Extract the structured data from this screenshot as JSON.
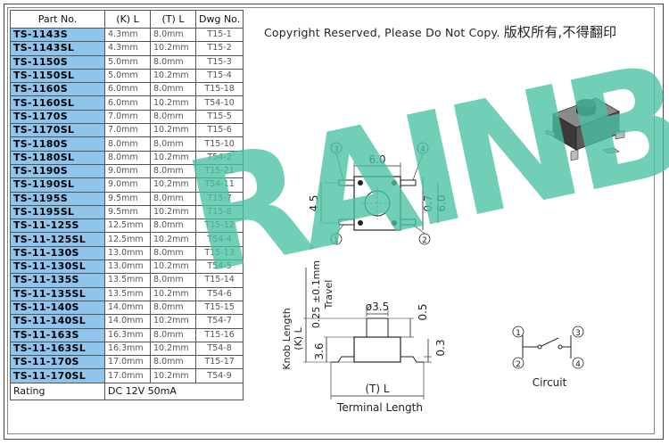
{
  "table": {
    "headers": {
      "part": "Part No.",
      "k": "(K) L",
      "t": "(T) L",
      "dwg": "Dwg No."
    },
    "rows": [
      [
        "TS-1143S",
        "4.3mm",
        "8.0mm",
        "T15-1"
      ],
      [
        "TS-1143SL",
        "4.3mm",
        "10.2mm",
        "T15-2"
      ],
      [
        "TS-1150S",
        "5.0mm",
        "8.0mm",
        "T15-3"
      ],
      [
        "TS-1150SL",
        "5.0mm",
        "10.2mm",
        "T15-4"
      ],
      [
        "TS-1160S",
        "6.0mm",
        "8.0mm",
        "T15-18"
      ],
      [
        "TS-1160SL",
        "6.0mm",
        "10.2mm",
        "T54-10"
      ],
      [
        "TS-1170S",
        "7.0mm",
        "8.0mm",
        "T15-5"
      ],
      [
        "TS-1170SL",
        "7.0mm",
        "10.2mm",
        "T15-6"
      ],
      [
        "TS-1180S",
        "8.0mm",
        "8.0mm",
        "T15-10"
      ],
      [
        "TS-1180SL",
        "8.0mm",
        "10.2mm",
        "T54-2"
      ],
      [
        "TS-1190S",
        "9.0mm",
        "8.0mm",
        "T15-21"
      ],
      [
        "TS-1190SL",
        "9.0mm",
        "10.2mm",
        "T54-11"
      ],
      [
        "TS-1195S",
        "9.5mm",
        "8.0mm",
        "T15-7"
      ],
      [
        "TS-1195SL",
        "9.5mm",
        "10.2mm",
        "T15-8"
      ],
      [
        "TS-11-125S",
        "12.5mm",
        "8.0mm",
        "T15-12"
      ],
      [
        "TS-11-125SL",
        "12.5mm",
        "10.2mm",
        "T54-4"
      ],
      [
        "TS-11-130S",
        "13.0mm",
        "8.0mm",
        "T15-13"
      ],
      [
        "TS-11-130SL",
        "13.0mm",
        "10.2mm",
        "T54-5"
      ],
      [
        "TS-11-135S",
        "13.5mm",
        "8.0mm",
        "T15-14"
      ],
      [
        "TS-11-135SL",
        "13.5mm",
        "10.2mm",
        "T54-6"
      ],
      [
        "TS-11-140S",
        "14.0mm",
        "8.0mm",
        "T15-15"
      ],
      [
        "TS-11-140SL",
        "14.0mm",
        "10.2mm",
        "T54-7"
      ],
      [
        "TS-11-163S",
        "16.3mm",
        "8.0mm",
        "T15-16"
      ],
      [
        "TS-11-163SL",
        "16.3mm",
        "10.2mm",
        "T54-8"
      ],
      [
        "TS-11-170S",
        "17.0mm",
        "8.0mm",
        "T15-17"
      ],
      [
        "TS-11-170SL",
        "17.0mm",
        "10.2mm",
        "T54-9"
      ]
    ],
    "rating_label": "Rating",
    "rating_value": "DC 12V 50mA"
  },
  "copyright": {
    "en": "Copyright Reserved, Please Do Not Copy.",
    "cn": "版权所有,不得翻印"
  },
  "drawing": {
    "dim_width": "6.0",
    "dim_height": "6.0",
    "dim_pin_span": "4.5",
    "dim_body": "0.7",
    "pin_1": "1",
    "pin_2": "2",
    "pin_3": "3",
    "pin_4": "4",
    "dim_knob_dia": "ø3.5",
    "dim_travel_value": "0.25 ±0.1mm",
    "dim_travel_label": "Travel",
    "dim_knob_length_label": "Knob Length",
    "dim_knob_length_value": "(K)  L",
    "dim_body_height": "3.6",
    "dim_top": "0.5",
    "dim_leg": "0.3",
    "dim_terminal_value": "(T)  L",
    "dim_terminal_label": "Terminal Length",
    "circuit_label": "Circuit"
  },
  "watermark": "RAINBOW",
  "colors": {
    "part_cell": "#8fc4ec",
    "watermark": "#4ac2a3"
  }
}
